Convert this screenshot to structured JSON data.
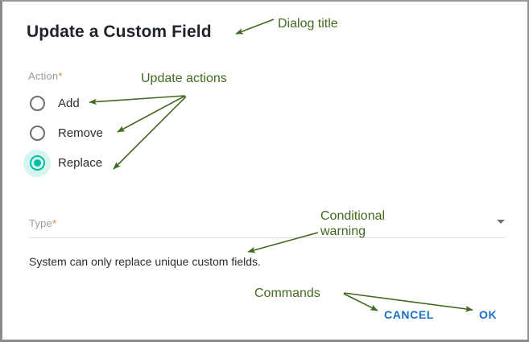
{
  "dialog": {
    "title": "Update a Custom Field",
    "action_label": "Action",
    "action_required_mark": "*",
    "radio_options": [
      {
        "label": "Add",
        "selected": false
      },
      {
        "label": "Remove",
        "selected": false
      },
      {
        "label": "Replace",
        "selected": true
      }
    ],
    "type_label": "Type",
    "type_required_mark": "*",
    "type_value": "",
    "type_dropdown_icon": "chevron-down-icon",
    "warning_text": "System can only replace unique custom fields.",
    "cancel_label": "CANCEL",
    "ok_label": "OK"
  },
  "annotations": [
    {
      "text": "Dialog title"
    },
    {
      "text": "Update actions"
    },
    {
      "text": "Conditional\nwarning"
    },
    {
      "text": "Commands"
    }
  ],
  "colors": {
    "accent_teal": "#00bfa5",
    "accent_halo": "#d6f5ef",
    "command_blue": "#1a6fc4",
    "annotation_green": "#41691f",
    "label_gray": "#9b9b9b",
    "required_orange": "#c98a3a",
    "border_gray": "#8a8a8a"
  }
}
